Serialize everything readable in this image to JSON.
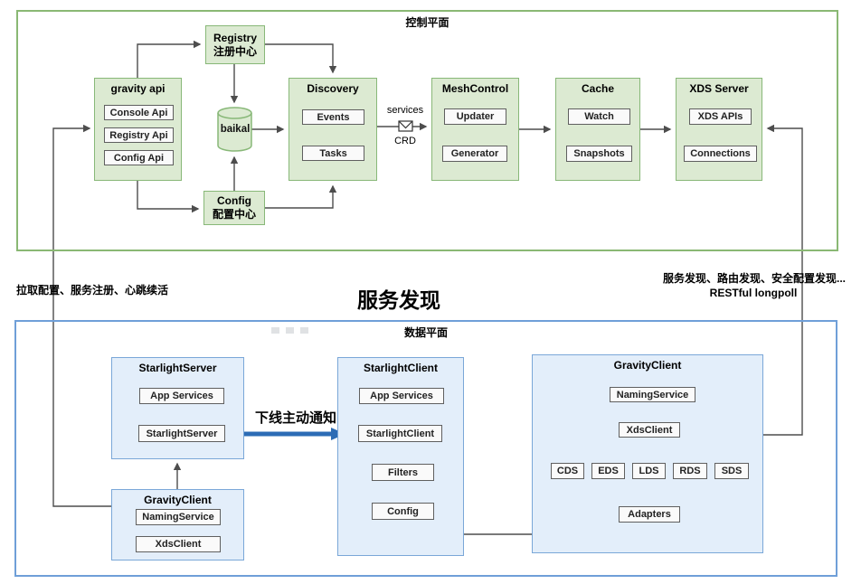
{
  "colors": {
    "green_fill": "#dcead2",
    "green_border": "#88b878",
    "blue_fill": "#e3eefa",
    "blue_border": "#6f9fd8",
    "subbox_fill": "#fafafa",
    "subbox_border": "#5f5f5f",
    "wire": "#4d4d4d",
    "notify_arrow": "#2c6cb5"
  },
  "control_plane": {
    "title": "控制平面",
    "registry": {
      "line1": "Registry",
      "line2": "注册中心"
    },
    "gravity_api": {
      "title": "gravity api",
      "items": [
        "Console Api",
        "Registry Api",
        "Config Api"
      ]
    },
    "baikal": "baikal",
    "config_center": {
      "line1": "Config",
      "line2": "配置中心"
    },
    "discovery": {
      "title": "Discovery",
      "items": [
        "Events",
        "Tasks"
      ]
    },
    "services_crd": {
      "top": "services",
      "bottom": "CRD",
      "icon": "envelope-icon"
    },
    "mesh_control": {
      "title": "MeshControl",
      "items": [
        "Updater",
        "Generator"
      ]
    },
    "cache": {
      "title": "Cache",
      "items": [
        "Watch",
        "Snapshots"
      ]
    },
    "xds_server": {
      "title": "XDS Server",
      "items": [
        "XDS APIs",
        "Connections"
      ]
    }
  },
  "labels": {
    "left_note": "拉取配置、服务注册、心跳续活",
    "center_title": "服务发现",
    "right_note_line1": "服务发现、路由发现、安全配置发现...",
    "right_note_line2": "RESTful longpoll",
    "offline_notice": "下线主动通知"
  },
  "data_plane": {
    "title": "数据平面",
    "starlight_server": {
      "title": "StarlightServer",
      "items": [
        "App Services",
        "StarlightServer"
      ]
    },
    "starlight_client": {
      "title": "StarlightClient",
      "items": [
        "App Services",
        "StarlightClient",
        "Filters",
        "Config"
      ]
    },
    "gravity_client": {
      "title": "GravityClient",
      "naming_service": "NamingService",
      "xds_client": "XdsClient",
      "discovery_services": [
        "CDS",
        "EDS",
        "LDS",
        "RDS",
        "SDS"
      ],
      "adapters": "Adapters"
    },
    "gravity_client_sdk": {
      "title": "GravityClient",
      "items": [
        "NamingService",
        "XdsClient"
      ]
    }
  }
}
